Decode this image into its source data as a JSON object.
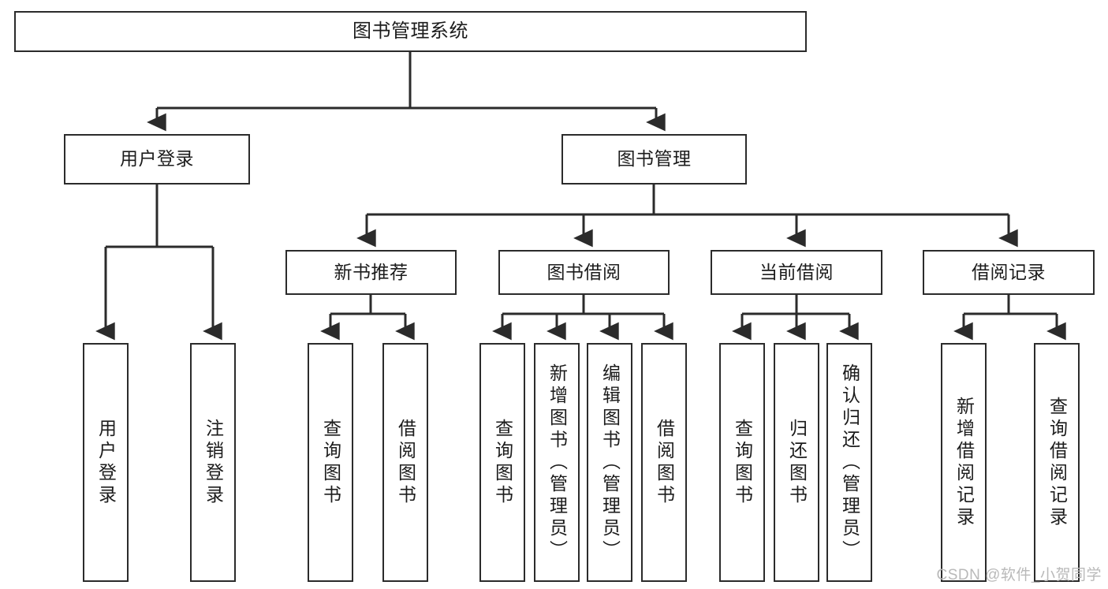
{
  "diagram": {
    "type": "hierarchy-tree",
    "title": "图书管理系统",
    "orientation": "top-down",
    "edge_color": "#2b2b2b",
    "box_border_color": "#2b2b2b",
    "box_fill_color": "#ffffff",
    "text_color": "#1c1c1c",
    "levels": 4
  },
  "nodes": {
    "root": {
      "label": "图书管理系统",
      "level": 0,
      "orientation": "horizontal"
    },
    "l1": [
      {
        "id": "user-login",
        "label": "用户登录",
        "level": 1,
        "orientation": "horizontal"
      },
      {
        "id": "book-manage",
        "label": "图书管理",
        "level": 1,
        "orientation": "horizontal"
      }
    ],
    "l2": [
      {
        "id": "new-book-rec",
        "label": "新书推荐",
        "level": 2,
        "orientation": "horizontal",
        "parent": "book-manage"
      },
      {
        "id": "book-borrow",
        "label": "图书借阅",
        "level": 2,
        "orientation": "horizontal",
        "parent": "book-manage"
      },
      {
        "id": "current-borrow",
        "label": "当前借阅",
        "level": 2,
        "orientation": "horizontal",
        "parent": "book-manage"
      },
      {
        "id": "borrow-record",
        "label": "借阅记录",
        "level": 2,
        "orientation": "horizontal",
        "parent": "book-manage"
      }
    ],
    "leaves": [
      {
        "id": "leaf-user-login",
        "label": "用户登录",
        "orientation": "vertical",
        "parent": "user-login"
      },
      {
        "id": "leaf-user-logout",
        "label": "注销登录",
        "orientation": "vertical",
        "parent": "user-login"
      },
      {
        "id": "leaf-query-book-1",
        "label": "查询图书",
        "orientation": "vertical",
        "parent": "new-book-rec"
      },
      {
        "id": "leaf-borrow-book-1",
        "label": "借阅图书",
        "orientation": "vertical",
        "parent": "new-book-rec"
      },
      {
        "id": "leaf-query-book-2",
        "label": "查询图书",
        "orientation": "vertical",
        "parent": "book-borrow"
      },
      {
        "id": "leaf-add-book",
        "label": "新增图书（管理员）",
        "orientation": "vertical",
        "parent": "book-borrow"
      },
      {
        "id": "leaf-edit-book",
        "label": "编辑图书（管理员）",
        "orientation": "vertical",
        "parent": "book-borrow"
      },
      {
        "id": "leaf-borrow-book-2",
        "label": "借阅图书",
        "orientation": "vertical",
        "parent": "book-borrow"
      },
      {
        "id": "leaf-query-book-3",
        "label": "查询图书",
        "orientation": "vertical",
        "parent": "current-borrow"
      },
      {
        "id": "leaf-return-book",
        "label": "归还图书",
        "orientation": "vertical",
        "parent": "current-borrow"
      },
      {
        "id": "leaf-confirm-return",
        "label": "确认归还（管理员）",
        "orientation": "vertical",
        "parent": "current-borrow"
      },
      {
        "id": "leaf-add-record",
        "label": "新增借阅记录",
        "orientation": "vertical",
        "parent": "borrow-record"
      },
      {
        "id": "leaf-query-record",
        "label": "查询借阅记录",
        "orientation": "vertical",
        "parent": "borrow-record"
      }
    ]
  },
  "watermark": {
    "text": "CSDN @软件_小贺同学"
  }
}
